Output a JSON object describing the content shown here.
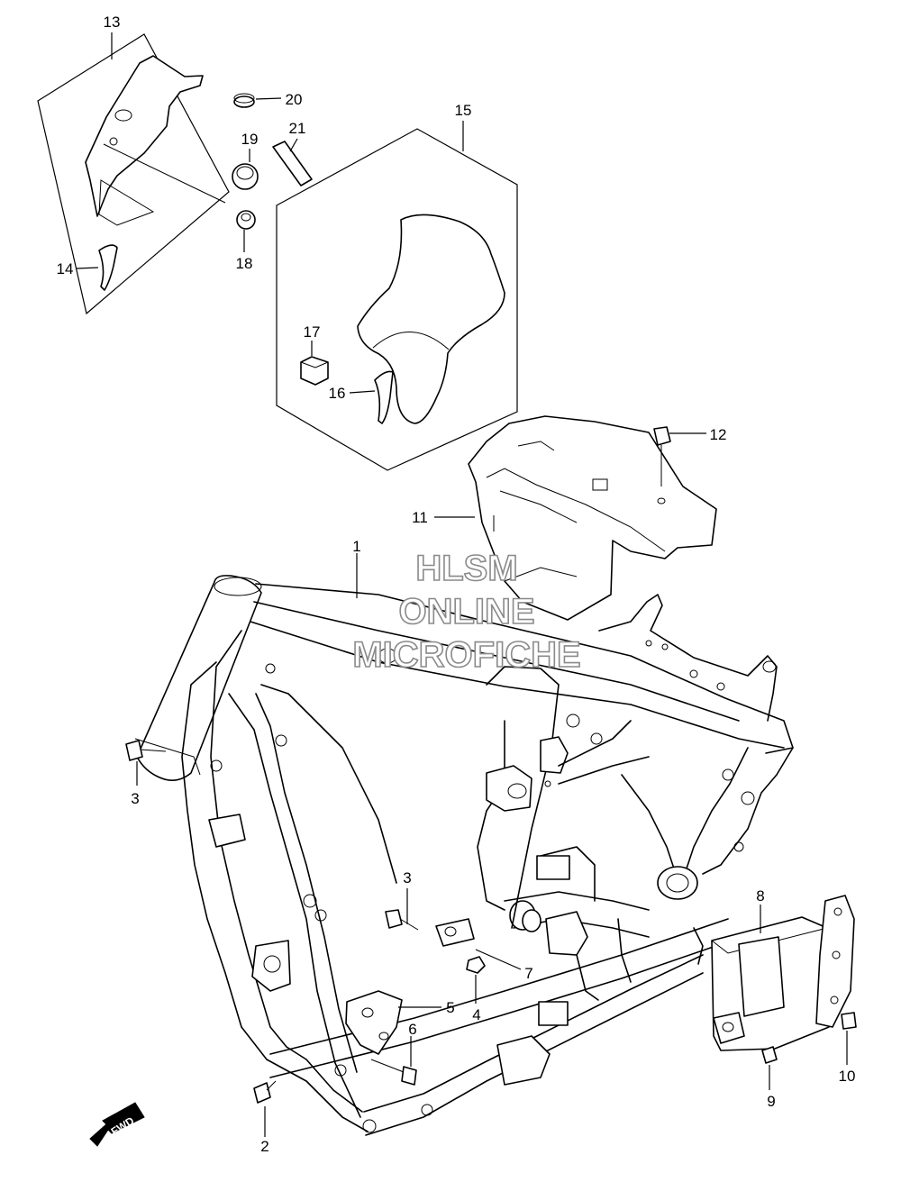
{
  "callouts": {
    "c1": "1",
    "c2": "2",
    "c3a": "3",
    "c3b": "3",
    "c4": "4",
    "c5": "5",
    "c6": "6",
    "c7": "7",
    "c8": "8",
    "c9": "9",
    "c10": "10",
    "c11": "11",
    "c12": "12",
    "c13": "13",
    "c14": "14",
    "c15": "15",
    "c16": "16",
    "c17": "17",
    "c18": "18",
    "c19": "19",
    "c20": "20",
    "c21": "21"
  },
  "watermark": {
    "line1": "HLSM",
    "line2": "ONLINE",
    "line3": "MICROFICHE"
  },
  "fwd_arrow": {
    "label": "FWD"
  },
  "colors": {
    "ink": "#000000",
    "paper": "#ffffff",
    "watermark_outline": "#8a8a8a"
  }
}
